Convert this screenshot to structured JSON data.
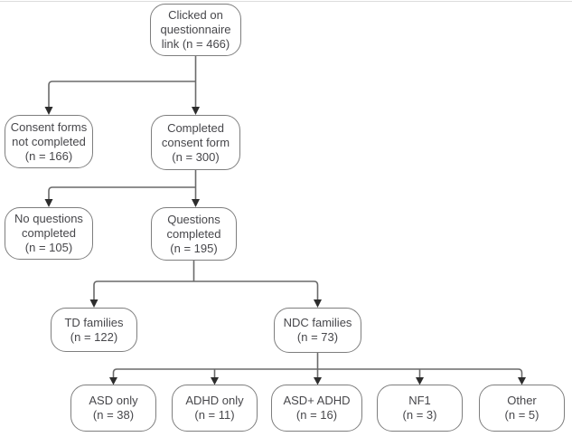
{
  "diagram": {
    "type": "flowchart",
    "description": "Participant flow through questionnaire study",
    "nodes": [
      {
        "id": "clicked-link",
        "lines": [
          "Clicked on",
          "questionnaire",
          "link (n = 466)"
        ],
        "n": 466
      },
      {
        "id": "consent-not-completed",
        "lines": [
          "Consent forms",
          "not completed",
          "(n = 166)"
        ],
        "n": 166
      },
      {
        "id": "completed-consent",
        "lines": [
          "Completed",
          "consent form",
          "(n = 300)"
        ],
        "n": 300
      },
      {
        "id": "no-questions",
        "lines": [
          "No questions",
          "completed",
          "(n = 105)"
        ],
        "n": 105
      },
      {
        "id": "questions-completed",
        "lines": [
          "Questions",
          "completed",
          "(n = 195)"
        ],
        "n": 195
      },
      {
        "id": "td-families",
        "lines": [
          "TD families",
          "(n = 122)"
        ],
        "n": 122
      },
      {
        "id": "ndc-families",
        "lines": [
          "NDC families",
          "(n = 73)"
        ],
        "n": 73
      },
      {
        "id": "asd-only",
        "lines": [
          "ASD only",
          "(n = 38)"
        ],
        "n": 38
      },
      {
        "id": "adhd-only",
        "lines": [
          "ADHD only",
          "(n = 11)"
        ],
        "n": 11
      },
      {
        "id": "asd-adhd",
        "lines": [
          "ASD+ ADHD",
          "(n = 16)"
        ],
        "n": 16
      },
      {
        "id": "nf1",
        "lines": [
          "NF1",
          "(n = 3)"
        ],
        "n": 3
      },
      {
        "id": "other",
        "lines": [
          "Other",
          "(n = 5)"
        ],
        "n": 5
      }
    ],
    "edges": [
      {
        "from": "clicked-link",
        "to": "consent-not-completed"
      },
      {
        "from": "clicked-link",
        "to": "completed-consent"
      },
      {
        "from": "completed-consent",
        "to": "no-questions"
      },
      {
        "from": "completed-consent",
        "to": "questions-completed"
      },
      {
        "from": "questions-completed",
        "to": "td-families"
      },
      {
        "from": "questions-completed",
        "to": "ndc-families"
      },
      {
        "from": "ndc-families",
        "to": "asd-only"
      },
      {
        "from": "ndc-families",
        "to": "adhd-only"
      },
      {
        "from": "ndc-families",
        "to": "asd-adhd"
      },
      {
        "from": "ndc-families",
        "to": "nf1"
      },
      {
        "from": "ndc-families",
        "to": "other"
      }
    ]
  },
  "colors": {
    "box-border": "#7e7e7e",
    "text": "#47474b",
    "line": "#6a6a6a",
    "arrow": "#2d2d2d",
    "background": "#ffffff"
  }
}
